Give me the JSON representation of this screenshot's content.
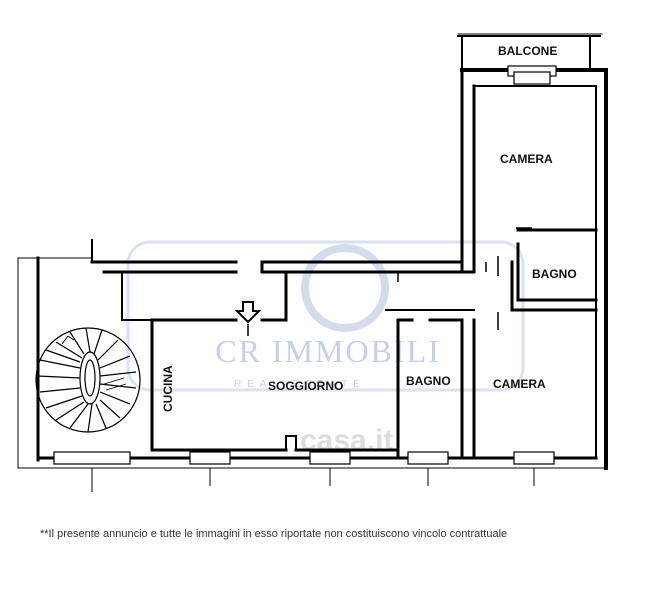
{
  "rooms": {
    "balcone": "BALCONE",
    "camera_top": "CAMERA",
    "bagno_right": "BAGNO",
    "cucina": "CUCINA",
    "soggiorno": "SOGGIORNO",
    "bagno_center": "BAGNO",
    "camera_bottom": "CAMERA"
  },
  "watermark": {
    "brand": "CR IMMOBILI",
    "sub": "REAL ESTATE",
    "portal": "casa.it"
  },
  "footer": {
    "disclaimer": "**Il presente annuncio e tutte le immagini in esso riportate non costituiscono vincolo contrattuale"
  },
  "colors": {
    "wall": "#000000",
    "watermark": "#c5d0e6",
    "background": "#ffffff"
  },
  "icons": {
    "entrance": "down-arrow-icon",
    "staircase": "spiral-staircase-icon"
  }
}
